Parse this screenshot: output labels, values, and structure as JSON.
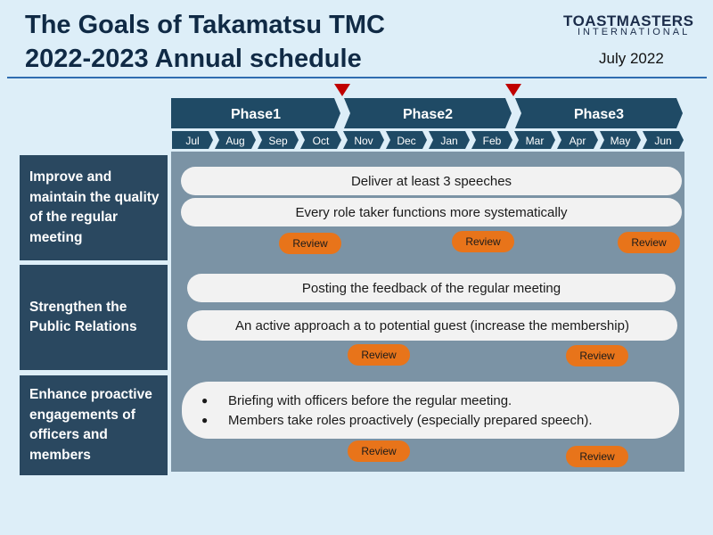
{
  "header": {
    "title_line1": "The Goals of Takamatsu TMC",
    "title_line2": "2022-2023 Annual schedule",
    "logo_line1": "TOASTMASTERS",
    "logo_line2": "INTERNATIONAL",
    "date": "July 2022"
  },
  "timeline": {
    "phases": [
      "Phase1",
      "Phase2",
      "Phase3"
    ],
    "months": [
      "Jul",
      "Aug",
      "Sep",
      "Oct",
      "Nov",
      "Dec",
      "Jan",
      "Feb",
      "Mar",
      "Apr",
      "May",
      "Jun"
    ],
    "marker_color": "#c00000",
    "arrow_color": "#1f4a65"
  },
  "goals": [
    {
      "category": "Improve and maintain the quality of the regular meeting",
      "items": [
        "Deliver at least 3 speeches",
        "Every role taker functions more systematically"
      ],
      "reviews": [
        "Review",
        "Review",
        "Review"
      ]
    },
    {
      "category": "Strengthen the Public Relations",
      "items": [
        "Posting the feedback of the regular meeting",
        "An active approach a to potential guest (increase the membership)"
      ],
      "reviews": [
        "Review",
        "Review"
      ]
    },
    {
      "category": "Enhance proactive engagements of officers and members",
      "bullets": [
        "Briefing with officers before the regular meeting.",
        "Members take roles proactively (especially prepared speech)."
      ],
      "reviews": [
        "Review",
        "Review"
      ]
    }
  ],
  "colors": {
    "background": "#ddeef8",
    "category_box": "#2a4860",
    "panel": "#7b93a5",
    "review_button": "#e8741a",
    "rule": "#2f6cb0"
  }
}
